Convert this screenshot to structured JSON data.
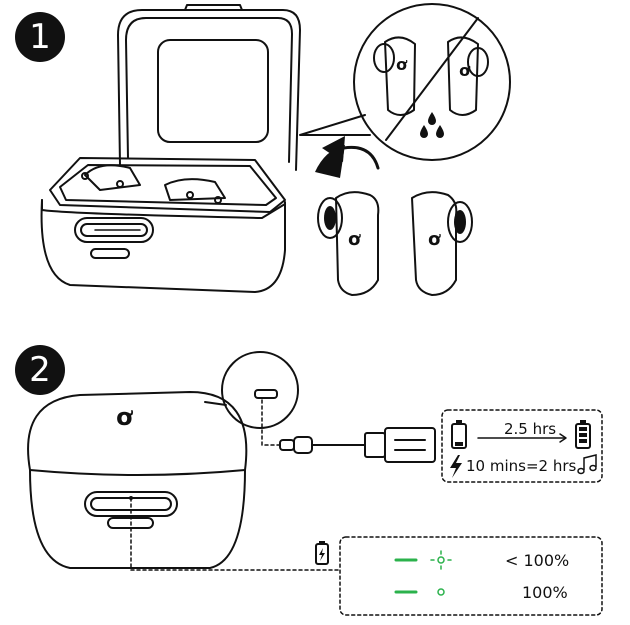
{
  "steps": {
    "one": "1",
    "two": "2"
  },
  "charging": {
    "duration": "2.5 hrs",
    "quick_charge": "10 mins=2 hrs"
  },
  "led_status": {
    "charging": "< 100%",
    "full": "100%",
    "led_color": "#2bb24c"
  },
  "icons": {
    "battery_low": "battery-low-icon",
    "battery_full": "battery-full-icon",
    "lightning": "lightning-icon",
    "music": "music-note-icon",
    "battery_charging": "battery-charging-icon",
    "water_drops": "water-drops-icon",
    "rotate_arrow": "rotate-arrow-icon"
  }
}
